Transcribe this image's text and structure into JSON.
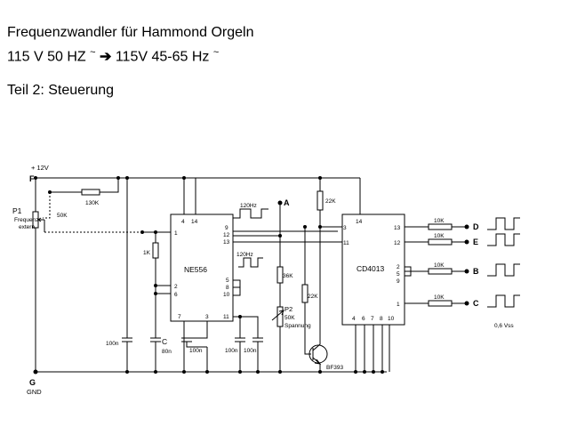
{
  "title": {
    "line1": "Frequenzwandler für Hammond Orgeln",
    "line2_left": "115 V 50 HZ",
    "line2_tilde": "~",
    "line2_arrow": "➔",
    "line2_right": "115V 45-65 Hz",
    "line3": "Teil 2: Steuerung"
  },
  "rails": {
    "plus_label": "+ 12V",
    "plus_node": "F",
    "gnd_node": "G",
    "gnd_label": "GND"
  },
  "ic1": {
    "name": "NE556",
    "pins": {
      "p4": "4",
      "p14": "14",
      "p1": "1",
      "p2": "2",
      "p6": "6",
      "p9": "9",
      "p12": "12",
      "p13": "13",
      "p5": "5",
      "p8": "8",
      "p10": "10",
      "p7": "7",
      "p3": "3",
      "p11": "11"
    }
  },
  "ic2": {
    "name": "CD4013",
    "pins": {
      "p14": "14",
      "p3": "3",
      "p11": "11",
      "p13": "13",
      "p12": "12",
      "p2": "2",
      "p5": "5",
      "p9": "9",
      "p1": "1",
      "p4": "4",
      "p6": "6",
      "p7": "7",
      "p8": "8",
      "p10": "10"
    }
  },
  "components": {
    "p1_name": "P1",
    "p1_note1": "Frequenz",
    "p1_note2": "extern",
    "p1_value": "50K",
    "r_130k": "130K",
    "r_1k": "1K",
    "c_100n_left": "100n",
    "c_name": "C",
    "c_value": "80n",
    "c_100n_a": "100n",
    "c_100n_b": "100n",
    "c_100n_c": "100n",
    "r_36k": "36K",
    "p2_name": "P2",
    "p2_value": "50K",
    "p2_note": "Spannung",
    "r_22k_top": "22K",
    "r_22k_mid": "22K",
    "transistor": "BF393",
    "r_out_d": "10K",
    "r_out_e": "10K",
    "r_out_b": "10K",
    "r_out_c": "10K"
  },
  "freq_labels": {
    "f1": "120Hz",
    "f2": "120Hz"
  },
  "nodes": {
    "a": "A",
    "d": "D",
    "e": "E",
    "b": "B",
    "c": "C"
  },
  "vss_label": "0,6 Vss"
}
